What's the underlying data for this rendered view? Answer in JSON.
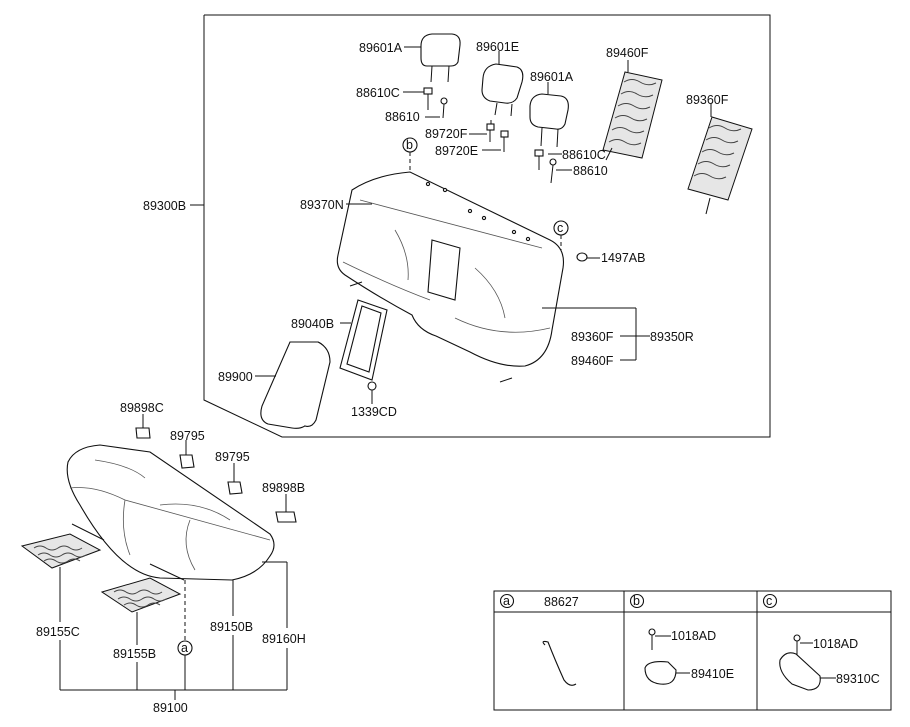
{
  "labels": {
    "l89300B": "89300B",
    "l89601A_1": "89601A",
    "l89601E": "89601E",
    "l89601A_2": "89601A",
    "l88610C_1": "88610C",
    "l88610_1": "88610",
    "l89720F": "89720F",
    "l89720E": "89720E",
    "l88610C_2": "88610C",
    "l88610_2": "88610",
    "l89460F_top": "89460F",
    "l89360F_top": "89360F",
    "l89370N": "89370N",
    "l1497AB": "1497AB",
    "l89040B": "89040B",
    "l89360F_r": "89360F",
    "l89350R": "89350R",
    "l89460F_r": "89460F",
    "l89900": "89900",
    "l1339CD": "1339CD",
    "l89898C": "89898C",
    "l89795_1": "89795",
    "l89795_2": "89795",
    "l89898B": "89898B",
    "l89155C": "89155C",
    "l89155B": "89155B",
    "l89150B": "89150B",
    "l89160H": "89160H",
    "l89100": "89100"
  },
  "callouts": {
    "a": "a",
    "b": "b",
    "c": "c"
  },
  "legend": {
    "col_a": {
      "key": "a",
      "part": "88627"
    },
    "col_b": {
      "key": "b",
      "bolt": "1018AD",
      "part": "89410E"
    },
    "col_c": {
      "key": "c",
      "bolt": "1018AD",
      "part": "89310C"
    }
  }
}
